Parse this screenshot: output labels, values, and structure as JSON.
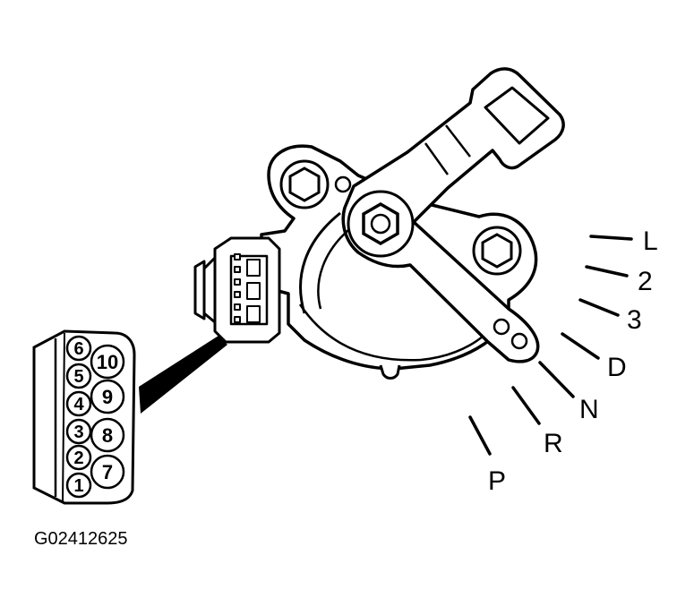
{
  "figure_id": "G02412625",
  "shift_positions": [
    "L",
    "2",
    "3",
    "D",
    "N",
    "R",
    "P"
  ],
  "connector_pins": [
    "1",
    "2",
    "3",
    "4",
    "5",
    "6",
    "7",
    "8",
    "9",
    "10"
  ]
}
